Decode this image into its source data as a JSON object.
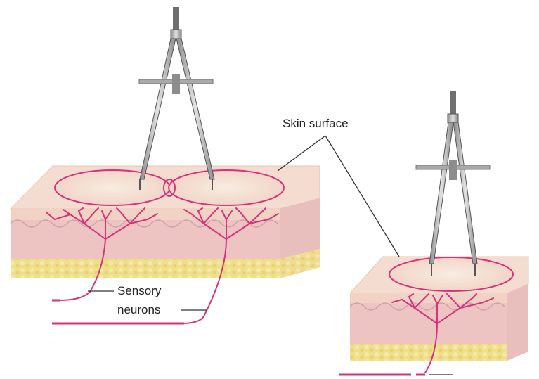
{
  "labels": {
    "skin_surface": "Skin surface",
    "sensory_line1": "Sensory",
    "sensory_line2": "neurons"
  },
  "colors": {
    "background": "#ffffff",
    "skin_top": "#f5dcd0",
    "skin_side": "#f2cdc6",
    "dermis": "#eab9bd",
    "fat": "#f0df8a",
    "neuron": "#d8327a",
    "caliper": "#b9b9b9",
    "caliper_dark": "#6f6f6f",
    "text": "#222222",
    "leader": "#333333"
  },
  "icons": {
    "left_tool": "caliper-icon",
    "right_tool": "caliper-icon"
  }
}
